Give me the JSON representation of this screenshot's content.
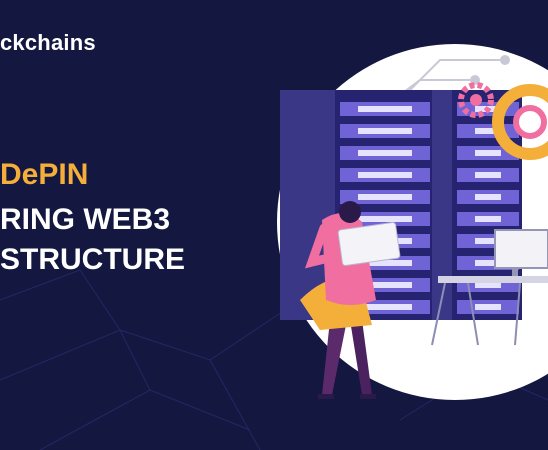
{
  "brand": {
    "name": "ckchains"
  },
  "headline": {
    "line1": "DePIN",
    "line2": "RING WEB3",
    "line3": "STRUCTURE"
  },
  "icons": [
    "server-rack",
    "gear",
    "desk-monitor",
    "person-with-tablet"
  ],
  "colors": {
    "background": "#14173f",
    "accent": "#f4ae3a",
    "server": "#6f63d6",
    "person_top": "#f06fa0"
  }
}
